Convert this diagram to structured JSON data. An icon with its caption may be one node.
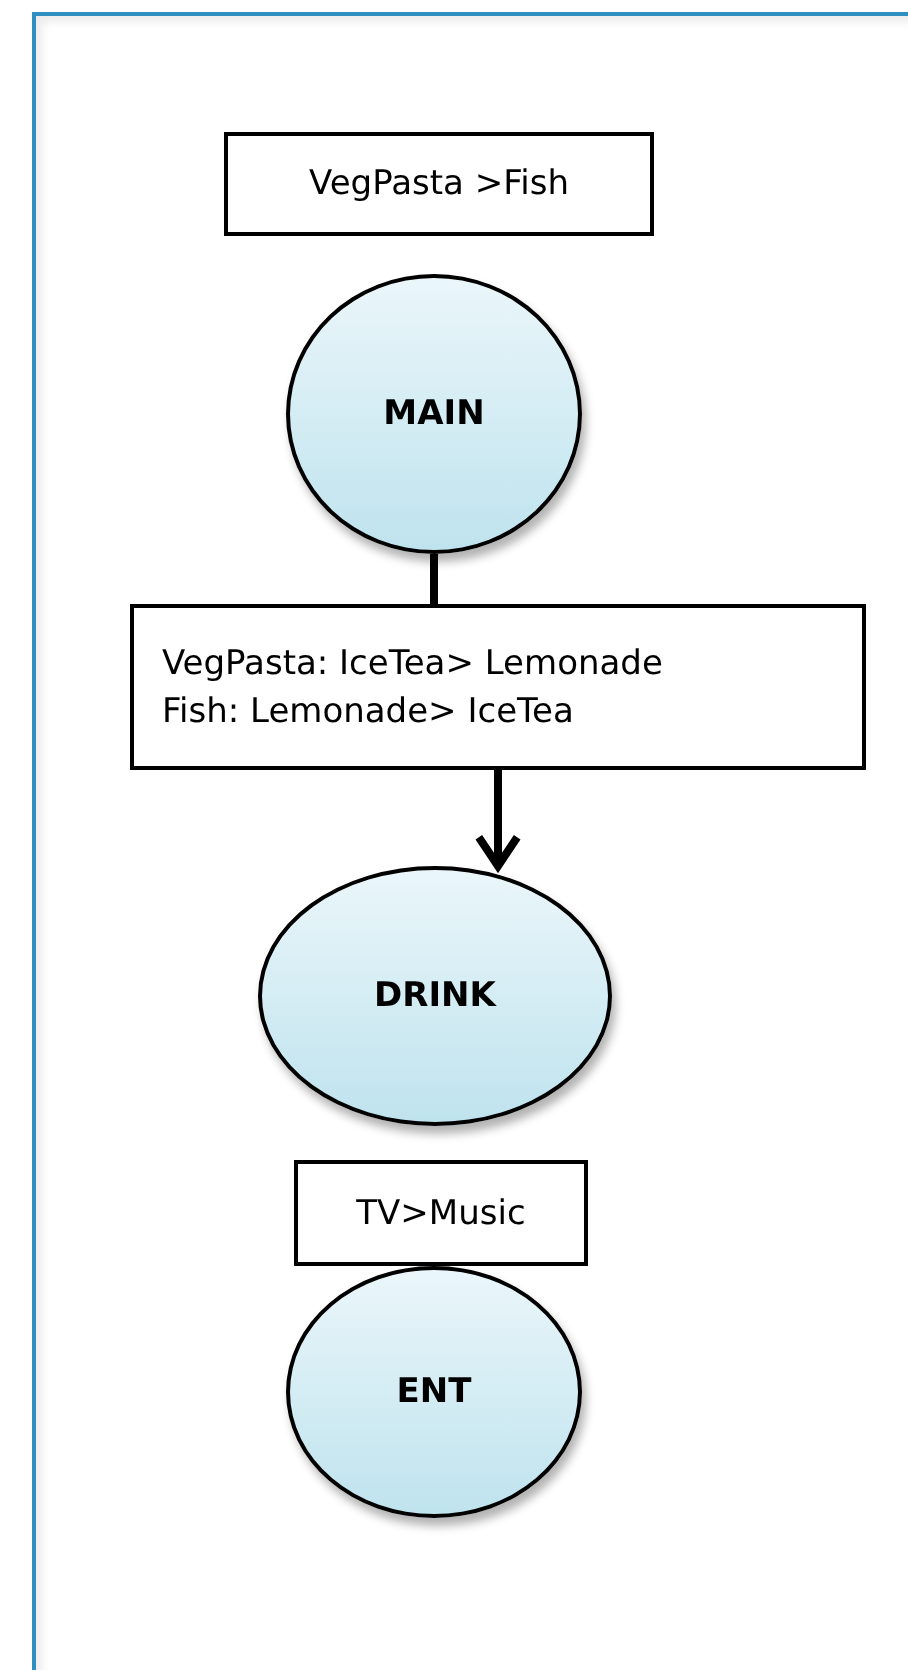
{
  "diagram": {
    "nodes": [
      {
        "text": [
          "VegPasta >Fish"
        ]
      },
      {
        "text": [
          "MAIN"
        ]
      },
      {
        "text": [
          "VegPasta: IceTea> Lemonade",
          "Fish: Lemonade> IceTea"
        ]
      },
      {
        "text": [
          "DRINK"
        ]
      },
      {
        "text": [
          "TV>Music"
        ]
      },
      {
        "text": [
          "ENT"
        ]
      }
    ],
    "edges": [
      {
        "from": 1,
        "to": 2,
        "arrow": "none"
      },
      {
        "from": 2,
        "to": 3,
        "arrow": "to"
      }
    ]
  }
}
